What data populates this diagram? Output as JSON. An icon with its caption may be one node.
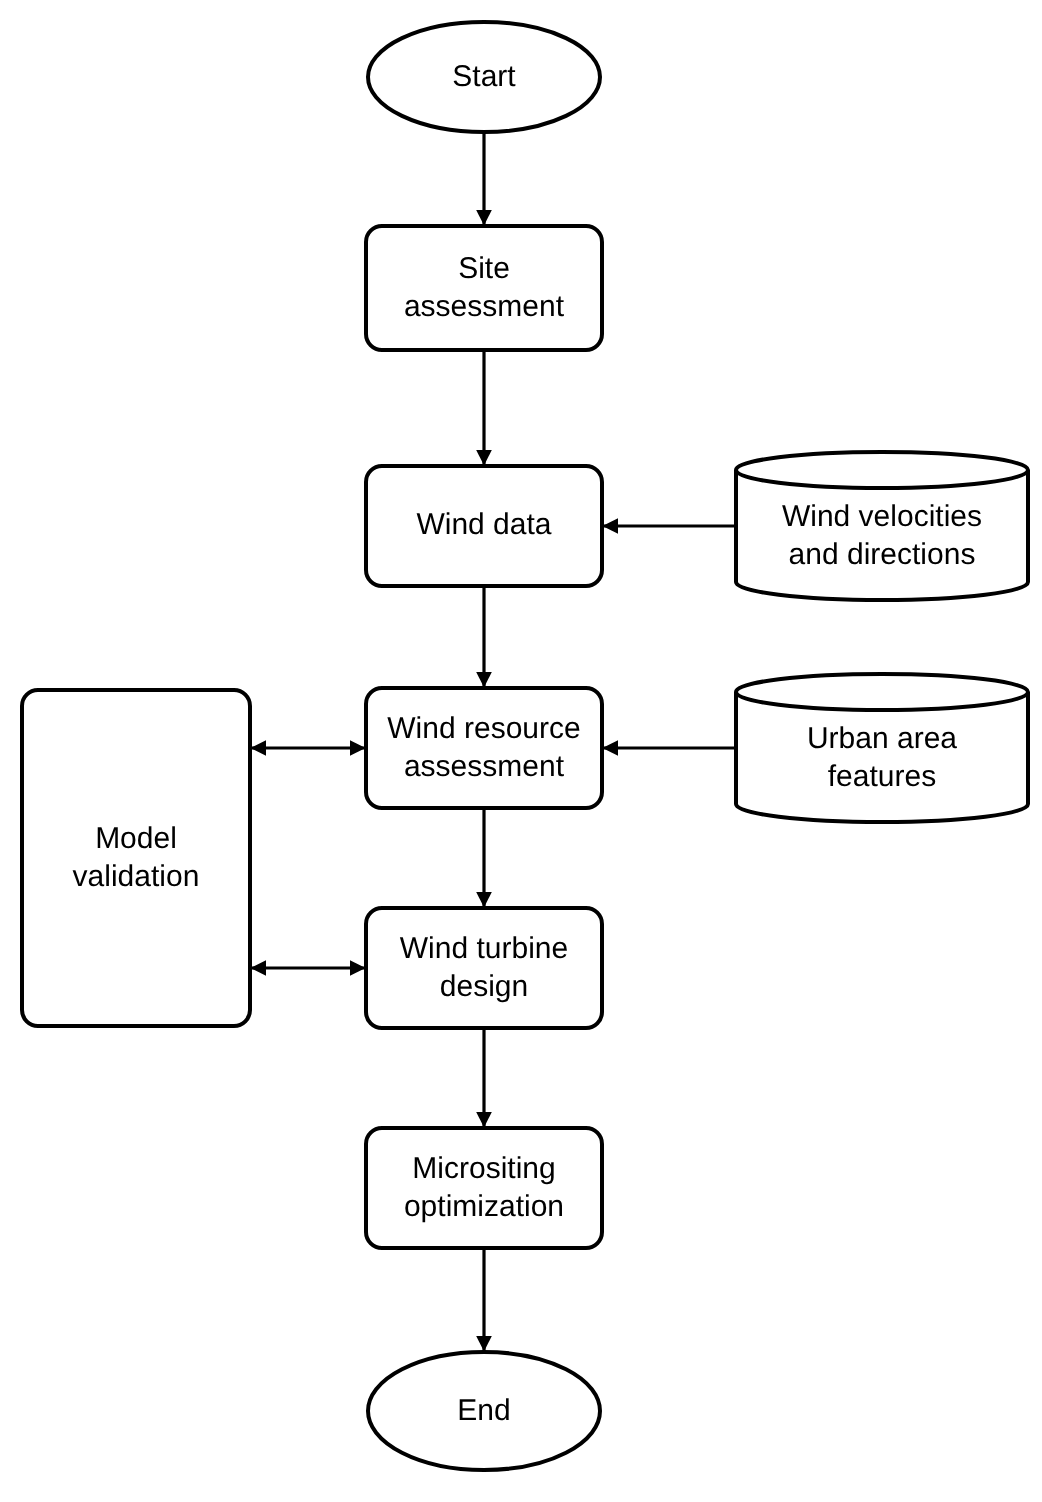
{
  "diagram": {
    "nodes": [
      {
        "text": [
          "Start"
        ]
      },
      {
        "text": [
          "Site assessment"
        ]
      },
      {
        "text": [
          "Wind data"
        ]
      },
      {
        "text": [
          "Wind velocities and directions"
        ]
      },
      {
        "text": [
          "Model validation"
        ]
      },
      {
        "text": [
          "Wind resource assessment"
        ]
      },
      {
        "text": [
          "Urban area features"
        ]
      },
      {
        "text": [
          "Wind turbine design"
        ]
      },
      {
        "text": [
          "Micrositing optimization"
        ]
      },
      {
        "text": [
          "End"
        ]
      }
    ],
    "edges": [
      {
        "from": 0,
        "to": 1,
        "arrow": "to"
      },
      {
        "from": 1,
        "to": 2,
        "arrow": "to"
      },
      {
        "from": 3,
        "to": 2,
        "arrow": "to"
      },
      {
        "from": 2,
        "to": 5,
        "arrow": "to"
      },
      {
        "from": 6,
        "to": 5,
        "arrow": "to"
      },
      {
        "from": 5,
        "to": 4,
        "arrow": "both"
      },
      {
        "from": 5,
        "to": 7,
        "arrow": "to"
      },
      {
        "from": 7,
        "to": 4,
        "arrow": "both"
      },
      {
        "from": 7,
        "to": 8,
        "arrow": "to"
      },
      {
        "from": 8,
        "to": 9,
        "arrow": "to"
      }
    ]
  }
}
